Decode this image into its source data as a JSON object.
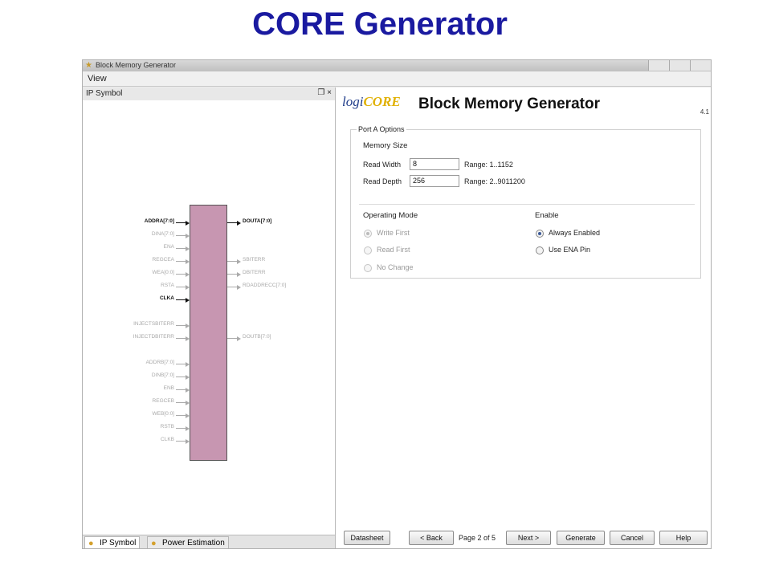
{
  "slide": {
    "title": "CORE Generator"
  },
  "window": {
    "title": "Block Memory Generator",
    "menu": [
      "View"
    ]
  },
  "left_panel": {
    "title": "IP Symbol",
    "tabs": [
      "IP Symbol",
      "Power Estimation"
    ],
    "symbol": {
      "left_pins": [
        {
          "label": "ADDRA[7:0]",
          "active": true
        },
        {
          "label": "DINA[7:0]",
          "active": false
        },
        {
          "label": "ENA",
          "active": false
        },
        {
          "label": "REGCEA",
          "active": false
        },
        {
          "label": "WEA[0:0]",
          "active": false
        },
        {
          "label": "RSTA",
          "active": false
        },
        {
          "label": "CLKA",
          "active": true
        },
        {
          "label": "INJECTSBITERR",
          "active": false
        },
        {
          "label": "INJECTDBITERR",
          "active": false
        },
        {
          "label": "ADDRB[7:0]",
          "active": false
        },
        {
          "label": "DINB[7:0]",
          "active": false
        },
        {
          "label": "ENB",
          "active": false
        },
        {
          "label": "REGCEB",
          "active": false
        },
        {
          "label": "WEB[0:0]",
          "active": false
        },
        {
          "label": "RSTB",
          "active": false
        },
        {
          "label": "CLKB",
          "active": false
        }
      ],
      "right_pins": [
        {
          "label": "DOUTA[7:0]",
          "active": true
        },
        {
          "label": "SBITERR",
          "active": false
        },
        {
          "label": "DBITERR",
          "active": false
        },
        {
          "label": "RDADDRECC[7:0]",
          "active": false
        },
        {
          "label": "DOUTB[7:0]",
          "active": false
        }
      ]
    }
  },
  "right_panel": {
    "logo_logi": "logi",
    "logo_core": "CORE",
    "title": "Block Memory Generator",
    "version": "4.1",
    "port_a": {
      "legend": "Port A Options",
      "memory_size_label": "Memory Size",
      "read_width_label": "Read Width",
      "read_width_value": "8",
      "read_width_range": "Range: 1..1152",
      "read_depth_label": "Read Depth",
      "read_depth_value": "256",
      "read_depth_range": "Range: 2..9011200",
      "operating_mode_label": "Operating Mode",
      "operating_modes": [
        {
          "label": "Write First",
          "selected": true
        },
        {
          "label": "Read First",
          "selected": false
        },
        {
          "label": "No Change",
          "selected": false
        }
      ],
      "enable_label": "Enable",
      "enable_options": [
        {
          "label": "Always Enabled",
          "selected": true
        },
        {
          "label": "Use ENA Pin",
          "selected": false
        }
      ]
    }
  },
  "footer": {
    "datasheet": "Datasheet",
    "back": "< Back",
    "page": "Page 2 of 5",
    "next": "Next >",
    "generate": "Generate",
    "cancel": "Cancel",
    "help": "Help"
  }
}
